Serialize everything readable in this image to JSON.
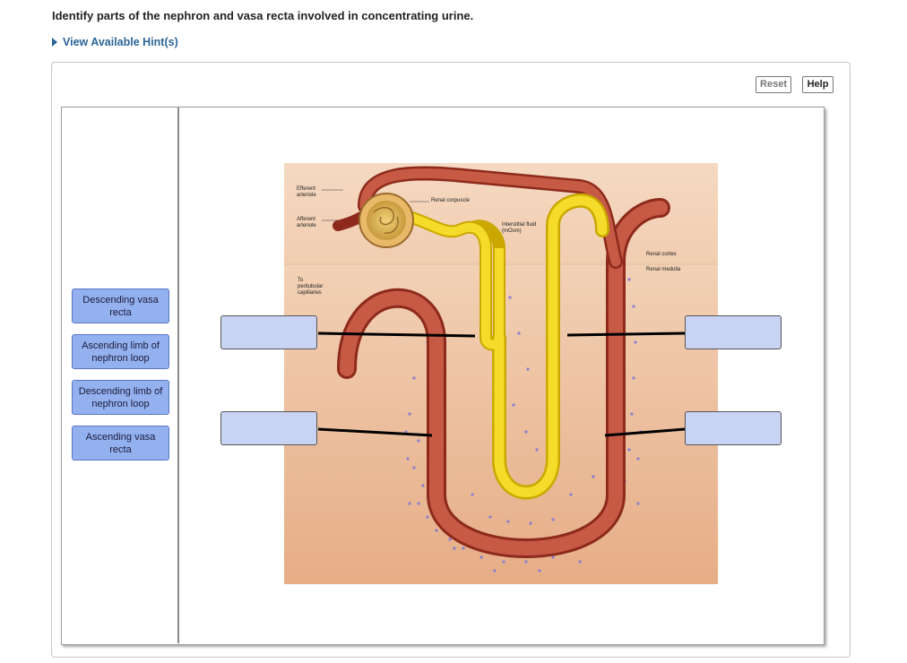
{
  "question": "Identify parts of the nephron and vasa recta involved in concentrating urine.",
  "hint_link": "View Available Hint(s)",
  "toolbar": {
    "reset": "Reset",
    "help": "Help"
  },
  "chips": [
    {
      "label": "Descending vasa recta"
    },
    {
      "label": "Ascending limb of nephron loop"
    },
    {
      "label": "Descending limb of nephron loop"
    },
    {
      "label": "Ascending vasa recta"
    }
  ],
  "diagram": {
    "efferent": "Efferent",
    "efferent2": "arteriole",
    "afferent": "Afferent",
    "afferent2": "arteriole",
    "renal_corpuscle": "Renal corpuscle",
    "interstitial": "Interstitial fluid",
    "interstitial2": "(mOsm)",
    "peritubular1": "To",
    "peritubular2": "peritubular",
    "peritubular3": "capillaries",
    "cortex": "Renal cortex",
    "medulla": "Renal medulla"
  },
  "colors": {
    "chip_fill": "#94b1ef",
    "dropzone_fill": "#c9d4f4",
    "link": "#2a6496",
    "vessel": "#b5412d",
    "tubule": "#f0d020"
  }
}
